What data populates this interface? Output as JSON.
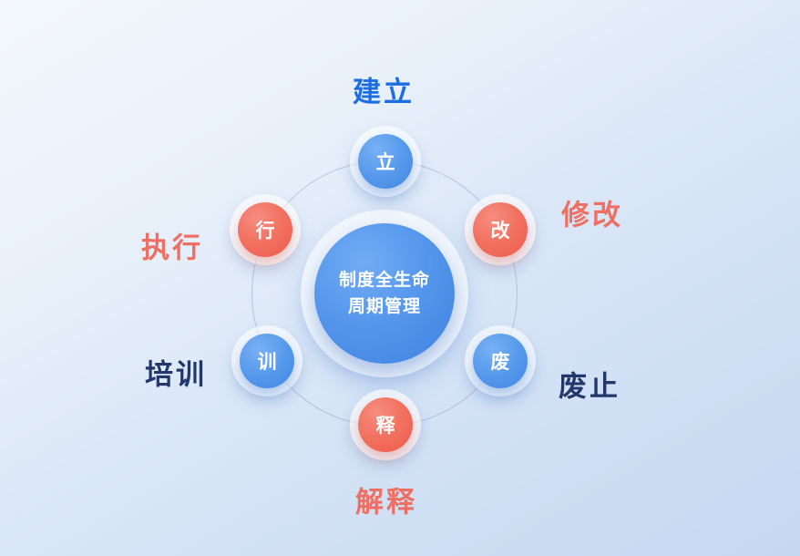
{
  "diagram": {
    "title_center": {
      "line1": "制度全生命",
      "line2": "周期管理",
      "color": "#4a8ae8"
    },
    "nodes": [
      {
        "char": "立",
        "label": "建立",
        "node_theme": "blue",
        "node_color": "#579aec",
        "label_color": "#1c6ce2"
      },
      {
        "char": "改",
        "label": "修改",
        "node_theme": "red",
        "node_color": "#f2705f",
        "label_color": "#ee6f63"
      },
      {
        "char": "废",
        "label": "废止",
        "node_theme": "blue",
        "node_color": "#579aec",
        "label_color": "#22386b"
      },
      {
        "char": "释",
        "label": "解释",
        "node_theme": "red",
        "node_color": "#f2705f",
        "label_color": "#ee6f63"
      },
      {
        "char": "训",
        "label": "培训",
        "node_theme": "blue",
        "node_color": "#579aec",
        "label_color": "#22386b"
      },
      {
        "char": "行",
        "label": "执行",
        "node_theme": "red",
        "node_color": "#f2705f",
        "label_color": "#ee6f63"
      }
    ],
    "background_colors": [
      "#f4f8fd",
      "#c5d8f1"
    ]
  }
}
